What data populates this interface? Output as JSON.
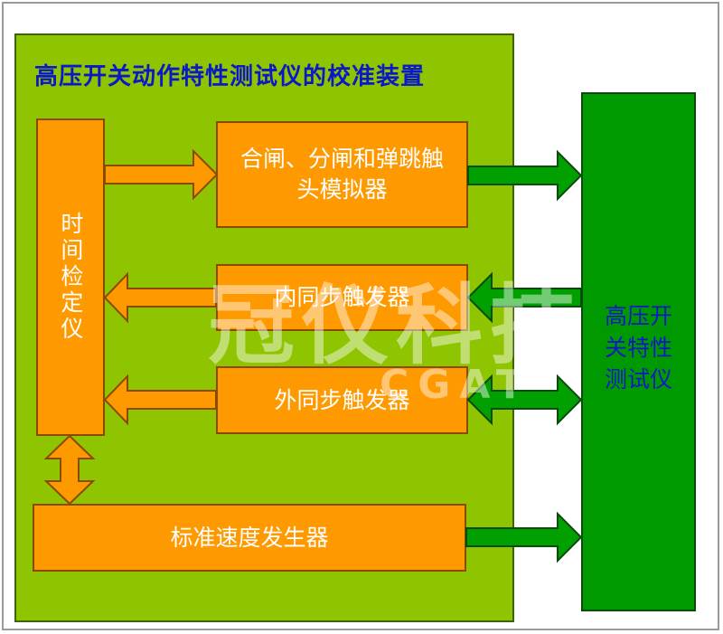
{
  "title": "高压开关动作特性测试仪的校准装置",
  "blocks": {
    "timer": "时间检定仪",
    "contact_simulator": "合闸、分闸和弹跳触头模拟器",
    "internal_trigger": "内同步触发器",
    "external_trigger": "外同步触发器",
    "speed_generator": "标准速度发生器",
    "tester": "高压开关特性测试仪"
  },
  "watermark": {
    "text": "冠仪科技",
    "sub": "CGAT"
  },
  "colors": {
    "panel": "#8ec400",
    "block": "#ff9900",
    "tester": "#009a00",
    "title": "#0a18c8"
  }
}
